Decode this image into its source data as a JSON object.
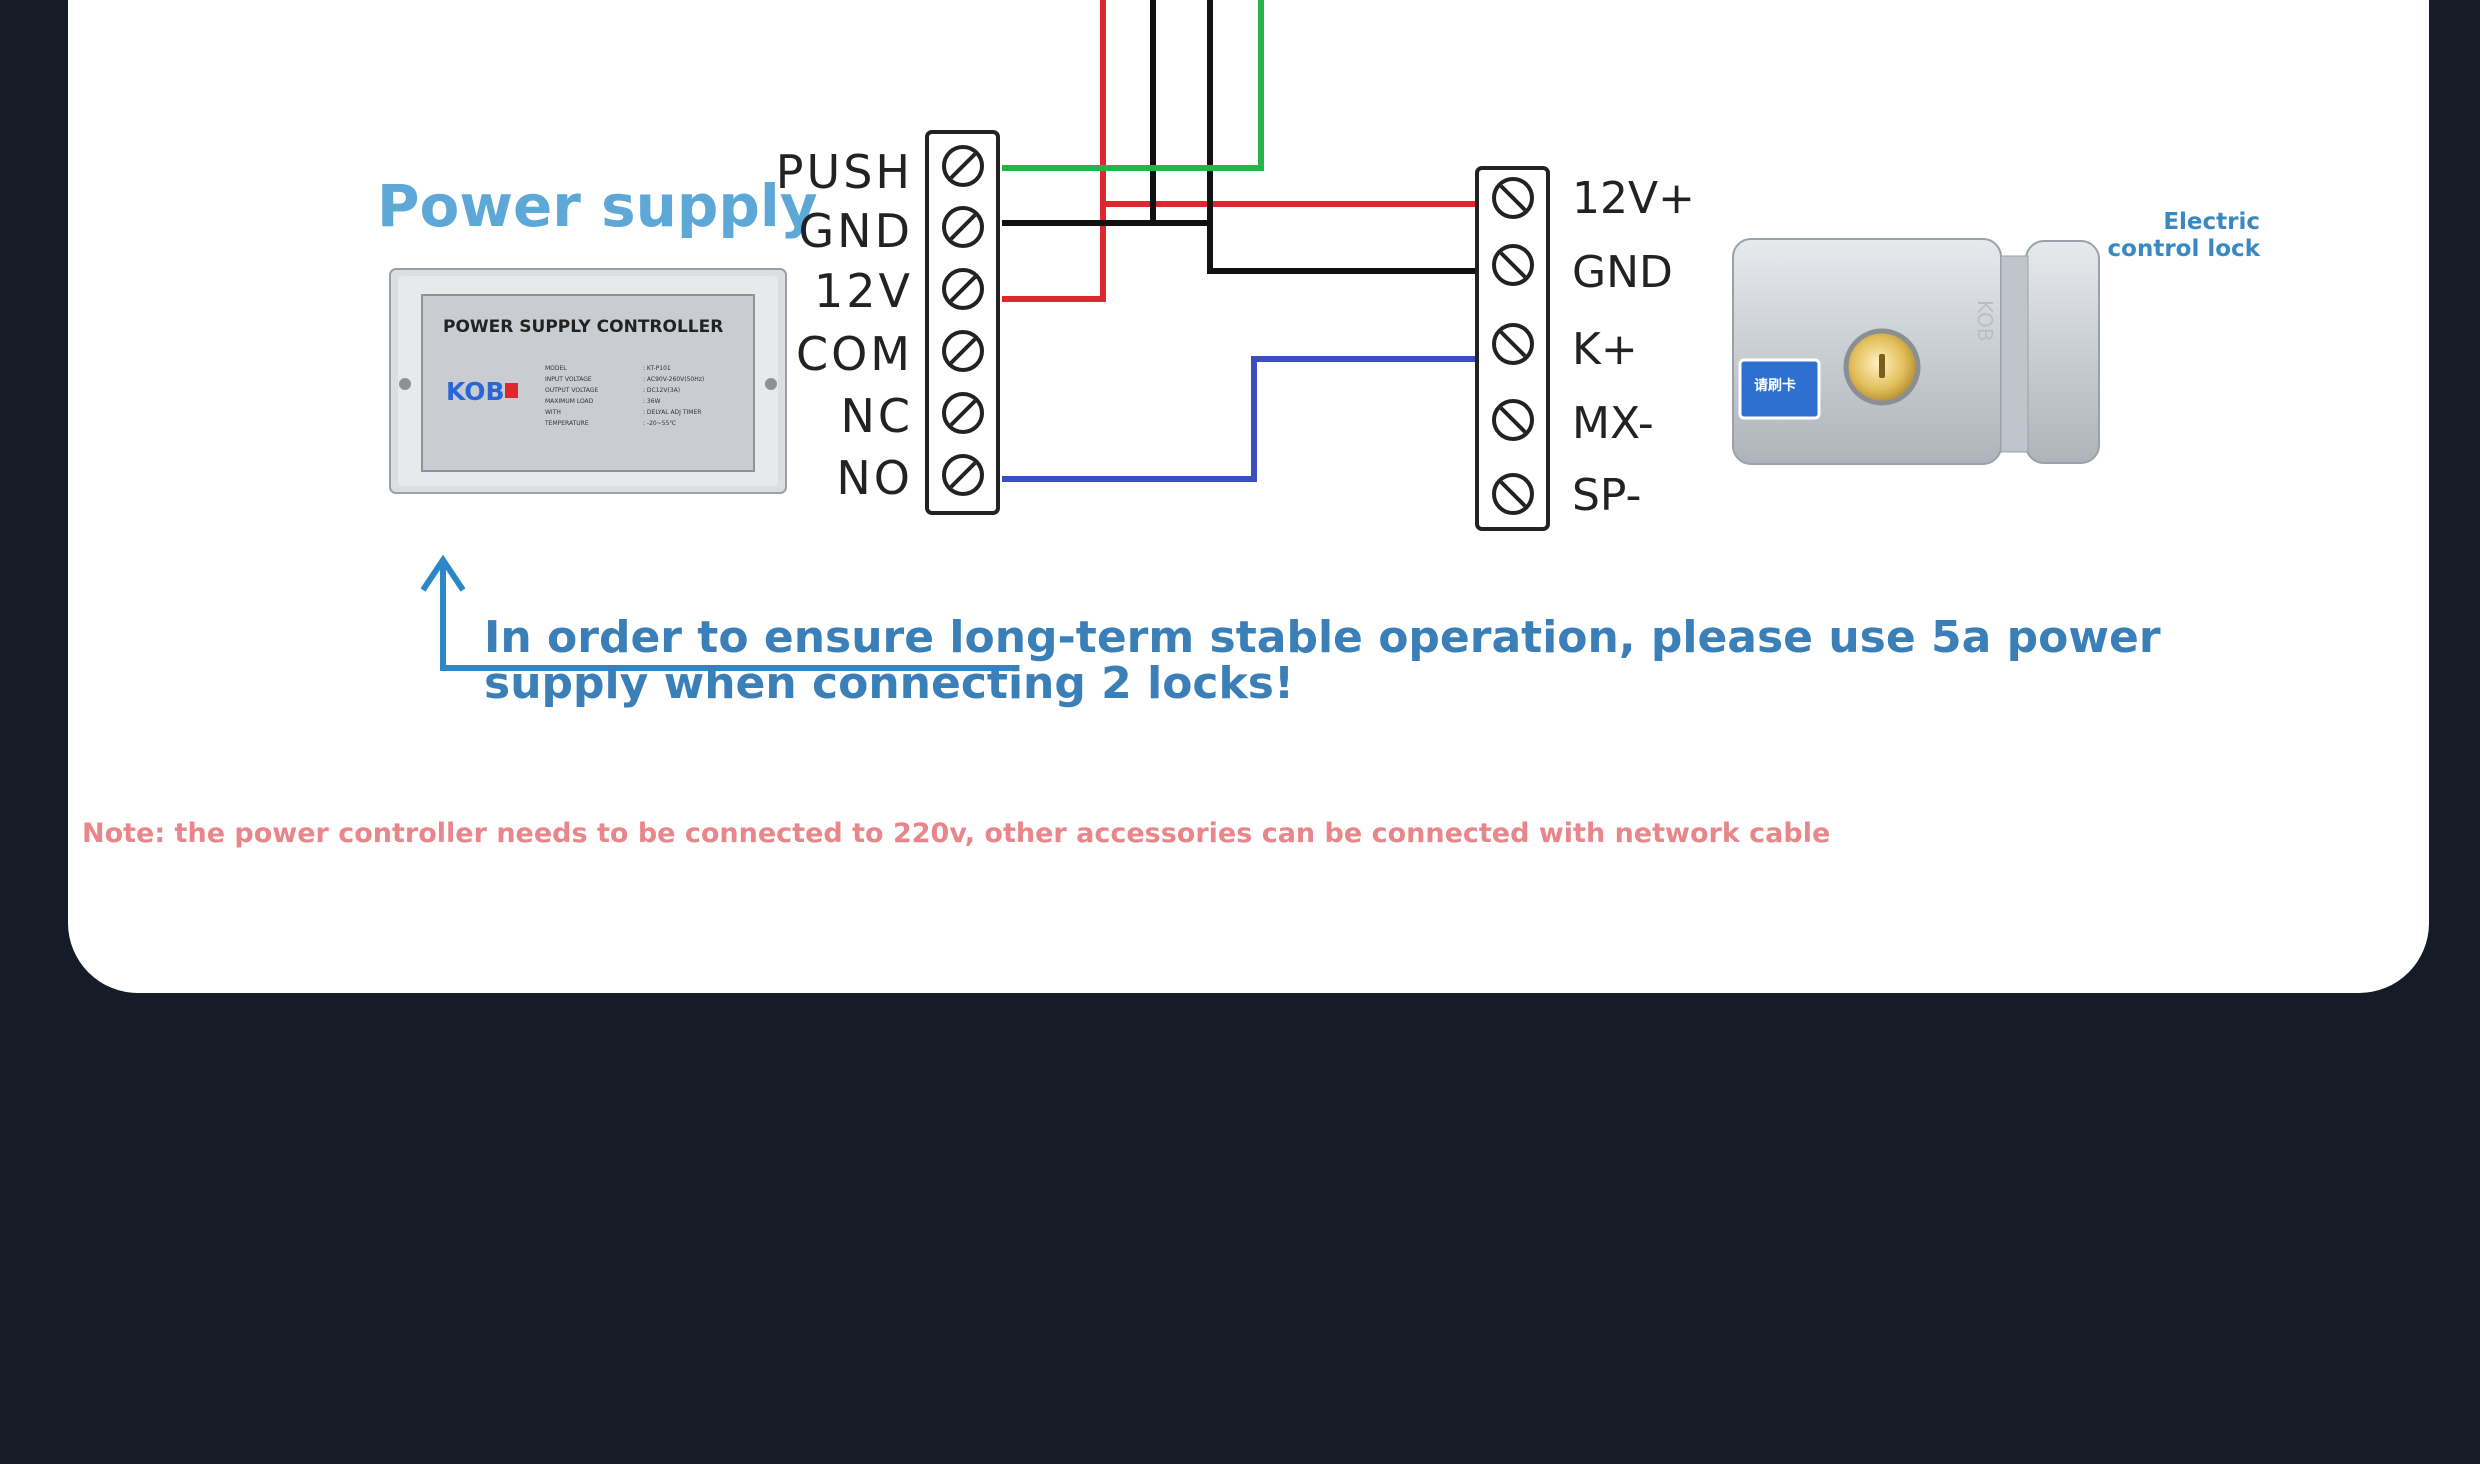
{
  "diagram": {
    "power_supply_title": "Power supply",
    "controller": {
      "title": "POWER SUPPLY CONTROLLER",
      "brand": "KOB",
      "spec_names": [
        "MODEL",
        "INPUT VOLTAGE",
        "OUTPUT VOLTAGE",
        "MAXIMUM LOAD",
        "WITH",
        "TEMPERATURE"
      ],
      "spec_values": [
        ": KT-P101",
        ": AC90V-260V(50Hz)",
        ": DC12V(3A)",
        ": 36W",
        ": DELYAL ADJ TIMER",
        ": -20~55℃"
      ]
    },
    "left_terminal_labels": [
      "PUSH",
      "GND",
      "12V",
      "COM",
      "NC",
      "NO"
    ],
    "right_terminal_labels": [
      "12V+",
      "GND",
      "K+",
      "MX-",
      "SP-"
    ],
    "lock_label_line1": "Electric",
    "lock_label_line2": "control lock",
    "lock_sticker": "请刷卡",
    "lock_brand": "KOB",
    "advice_line1": "In order to ensure long-term stable operation, please use 5a power",
    "advice_line2": "supply when connecting 2 locks!",
    "note": "Note: the power controller needs to be connected to 220v, other accessories can be connected with network cable"
  },
  "colors": {
    "card": "#ffffff",
    "background": "#151c28",
    "wire_red": "#e0262e",
    "wire_black": "#111111",
    "wire_green": "#26b34a",
    "wire_blue": "#3d4fc0",
    "title_blue": "#5ea8d8",
    "advice_blue": "#3a7fb8",
    "arrow_blue": "#2c86c8",
    "note_pink": "#e8868a"
  }
}
